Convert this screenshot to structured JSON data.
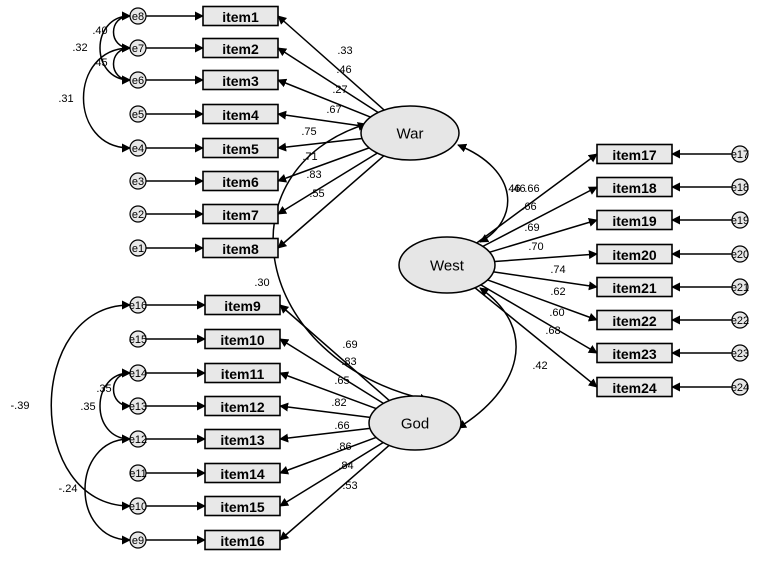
{
  "factors": [
    {
      "id": "war",
      "label": "War"
    },
    {
      "id": "west",
      "label": "West"
    },
    {
      "id": "god",
      "label": "God"
    }
  ],
  "items": [
    {
      "label": "item1",
      "factor": "war",
      "error": "e8",
      "loading": ".33"
    },
    {
      "label": "item2",
      "factor": "war",
      "error": "e7",
      "loading": ".46"
    },
    {
      "label": "item3",
      "factor": "war",
      "error": "e6",
      "loading": ".27"
    },
    {
      "label": "item4",
      "factor": "war",
      "error": "e5",
      "loading": ".67"
    },
    {
      "label": "item5",
      "factor": "war",
      "error": "e4",
      "loading": ".75"
    },
    {
      "label": "item6",
      "factor": "war",
      "error": "e3",
      "loading": ".71"
    },
    {
      "label": "item7",
      "factor": "war",
      "error": "e2",
      "loading": ".83"
    },
    {
      "label": "item8",
      "factor": "war",
      "error": "e1",
      "loading": ".55"
    },
    {
      "label": "item9",
      "factor": "god",
      "error": "e16",
      "loading": ".69"
    },
    {
      "label": "item10",
      "factor": "god",
      "error": "e15",
      "loading": ".83"
    },
    {
      "label": "item11",
      "factor": "god",
      "error": "e14",
      "loading": ".65"
    },
    {
      "label": "item12",
      "factor": "god",
      "error": "e13",
      "loading": ".82"
    },
    {
      "label": "item13",
      "factor": "god",
      "error": "e12",
      "loading": ".66"
    },
    {
      "label": "item14",
      "factor": "god",
      "error": "e11",
      "loading": ".86"
    },
    {
      "label": "item15",
      "factor": "god",
      "error": "e10",
      "loading": ".84"
    },
    {
      "label": "item16",
      "factor": "god",
      "error": "e9",
      "loading": ".53"
    },
    {
      "label": "item17",
      "factor": "west",
      "error": "e17",
      "loading": ".46"
    },
    {
      "label": "item18",
      "factor": "west",
      "error": "e18",
      "loading": ".66"
    },
    {
      "label": "item19",
      "factor": "west",
      "error": "e19",
      "loading": ".69"
    },
    {
      "label": "item20",
      "factor": "west",
      "error": "e20",
      "loading": ".70"
    },
    {
      "label": "item21",
      "factor": "west",
      "error": "e21",
      "loading": ".74"
    },
    {
      "label": "item22",
      "factor": "west",
      "error": "e22",
      "loading": ".62"
    },
    {
      "label": "item23",
      "factor": "west",
      "error": "e23",
      "loading": ".60"
    },
    {
      "label": "item24",
      "factor": "west",
      "error": "e24",
      "loading": ".68"
    }
  ],
  "extra_labels": [
    ".66"
  ],
  "factor_covariances": [
    {
      "from": "war",
      "to": "west",
      "value": ".46"
    },
    {
      "from": "west",
      "to": "god",
      "value": ".42"
    },
    {
      "from": "war",
      "to": "god",
      "value": ".30"
    }
  ],
  "error_covariances": [
    {
      "from": "e8",
      "to": "e7",
      "value": ".40"
    },
    {
      "from": "e8",
      "to": "e6",
      "value": ".32"
    },
    {
      "from": "e7",
      "to": "e6",
      "value": ".45"
    },
    {
      "from": "e7",
      "to": "e4",
      "value": ".31"
    },
    {
      "from": "e14",
      "to": "e13",
      "value": ".35"
    },
    {
      "from": "e14",
      "to": "e12",
      "value": ".35"
    },
    {
      "from": "e16",
      "to": "e10",
      "value": "-.39"
    },
    {
      "from": "e12",
      "to": "e9",
      "value": "-.24"
    }
  ]
}
